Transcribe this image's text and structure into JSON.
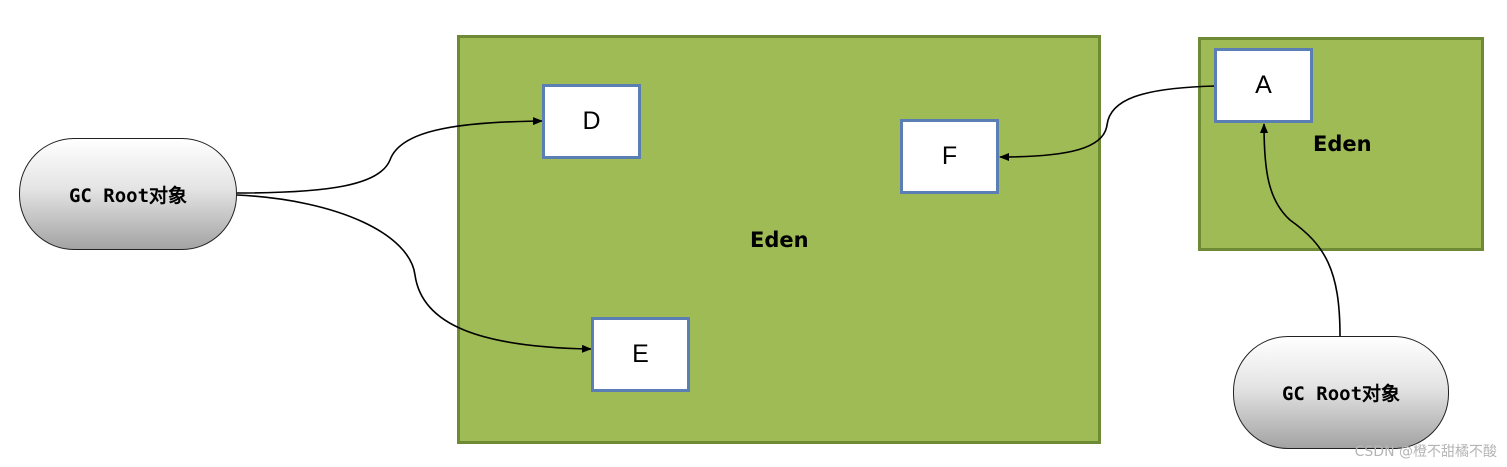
{
  "diagram": {
    "regions": [
      {
        "id": "eden-main",
        "label": "Eden"
      },
      {
        "id": "eden-small",
        "label": "Eden"
      }
    ],
    "nodes": [
      {
        "id": "D",
        "label": "D"
      },
      {
        "id": "E",
        "label": "E"
      },
      {
        "id": "F",
        "label": "F"
      },
      {
        "id": "A",
        "label": "A"
      }
    ],
    "roots": [
      {
        "id": "root-left",
        "label": "GC Root对象"
      },
      {
        "id": "root-right",
        "label": "GC Root对象"
      }
    ],
    "edges": [
      {
        "from": "root-left",
        "to": "D"
      },
      {
        "from": "root-left",
        "to": "E"
      },
      {
        "from": "A",
        "to": "F"
      },
      {
        "from": "root-right",
        "to": "A"
      }
    ]
  },
  "colors": {
    "region_fill": "#9fbb55",
    "region_border": "#6f8a35",
    "node_border": "#5b7fb5",
    "edge": "#000000"
  },
  "watermark": "CSDN @橙不甜橘不酸"
}
